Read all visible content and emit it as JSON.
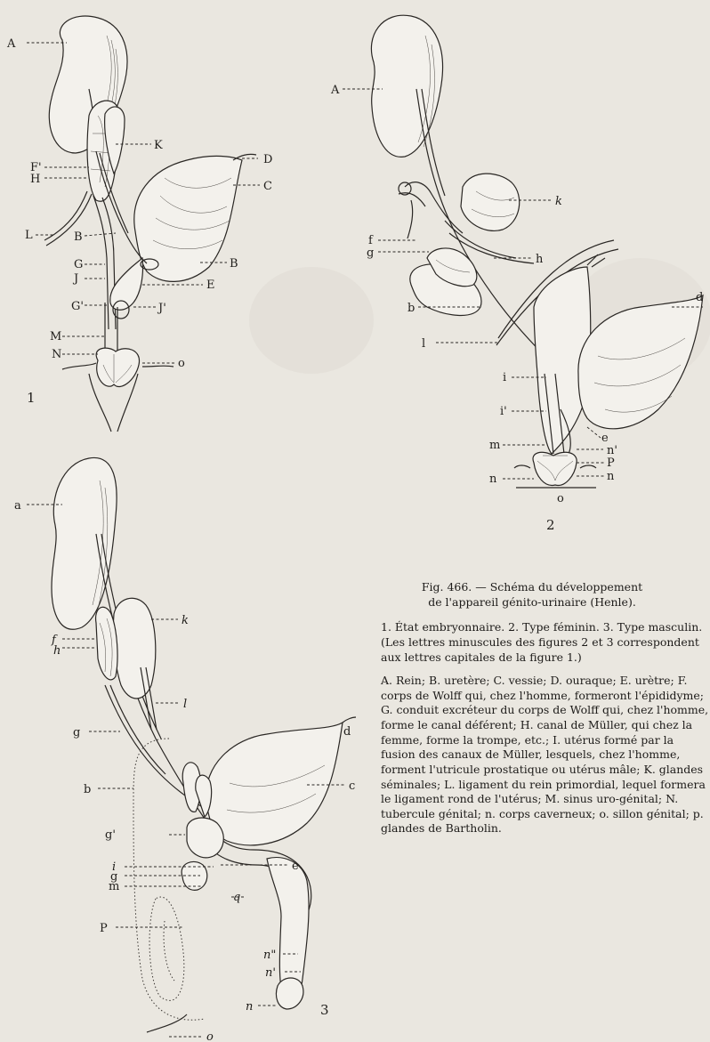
{
  "caption": {
    "title_line1": "Fig. 466. — Schéma du développement",
    "title_line2": "de l'appareil génito-urinaire (Henle).",
    "intro": "1. État embryonnaire. 2. Type féminin. 3. Type masculin. (Les lettres minuscules des figures 2 et 3 correspondent aux lettres capitales de la figure 1.)",
    "legend": "A. Rein; B. uretère; C. vessie; D. ouraque; E. urètre; F. corps de Wolff qui, chez l'homme, formeront l'épididyme; G. conduit excréteur du corps de Wolff qui, chez l'homme, forme le canal déférent; H. canal de Müller, qui chez la femme, forme la trompe, etc.; I. utérus formé par la fusion des canaux de Müller, lesquels, chez l'homme, forment l'utricule prostatique ou utérus mâle; K. glandes séminales; L. ligament du rein primordial, lequel formera le ligament rond de l'utérus; M. sinus uro-génital; N. tubercule génital; n. corps caverneux; o. sillon génital; p. glandes de Bartholin."
  },
  "figures": {
    "fig1": {
      "number": "1",
      "labels": {
        "A": "A",
        "K": "K",
        "F": "F'",
        "H": "H",
        "D": "D",
        "C": "C",
        "L": "L",
        "B1": "B",
        "G": "G",
        "B2": "B",
        "J": "J",
        "E": "E",
        "G2": "G'",
        "J2": "J'",
        "M": "M",
        "N": "N",
        "O": "o"
      }
    },
    "fig2": {
      "number": "2",
      "labels": {
        "A": "A",
        "k": "k",
        "f": "f",
        "g": "g",
        "h": "h",
        "b": "b",
        "l": "l",
        "d": "d",
        "i": "i",
        "i2": "i'",
        "e": "e",
        "m": "m",
        "n2": "n'",
        "P": "P",
        "n": "n",
        "n3": "n",
        "o": "o"
      }
    },
    "fig3": {
      "number": "3",
      "labels": {
        "a": "a",
        "f": "f",
        "h": "h",
        "k": "k",
        "l": "l",
        "g": "g",
        "b": "b",
        "d": "d",
        "c": "c",
        "g2": "g'",
        "i": "i",
        "g3": "g",
        "e": "e",
        "m": "m",
        "q": "q",
        "P": "P",
        "n3": "n\"",
        "n2": "n'",
        "n": "n",
        "o": "o"
      }
    }
  },
  "colors": {
    "paper": "#eae7e0",
    "ink": "#2a2724"
  }
}
